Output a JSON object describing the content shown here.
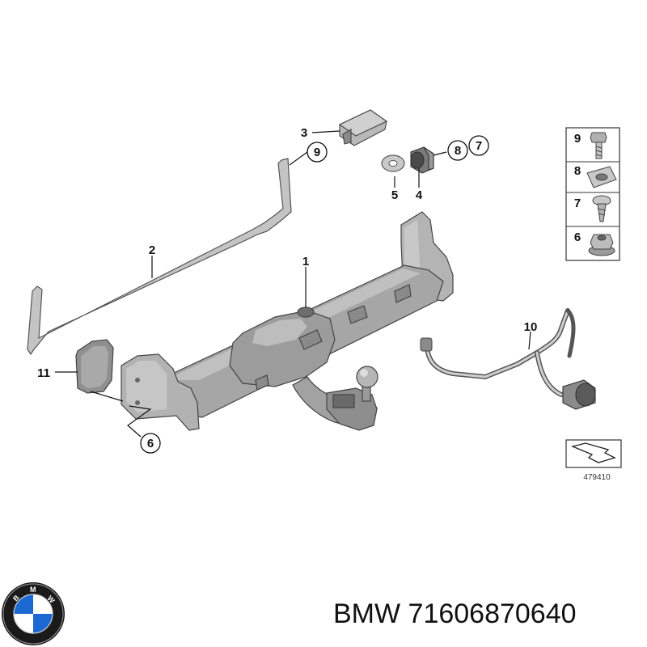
{
  "callouts": {
    "c1": "1",
    "c2": "2",
    "c3": "3",
    "c4": "4",
    "c5": "5",
    "c6": "6",
    "c7": "7",
    "c8": "8",
    "c9": "9",
    "c10": "10",
    "c11": "11"
  },
  "legend": {
    "items": [
      {
        "number": "9",
        "icon": "bolt-icon"
      },
      {
        "number": "8",
        "icon": "clip-nut-icon"
      },
      {
        "number": "7",
        "icon": "screw-icon"
      },
      {
        "number": "6",
        "icon": "flange-nut-icon"
      }
    ]
  },
  "reference_code": "479410",
  "brand": {
    "caption": "BMW 71606870640",
    "logo_letters": "BMW"
  },
  "colors": {
    "part_gray": "#b9b9b9",
    "line": "#333333",
    "bmw_blue": "#1c69d4"
  }
}
